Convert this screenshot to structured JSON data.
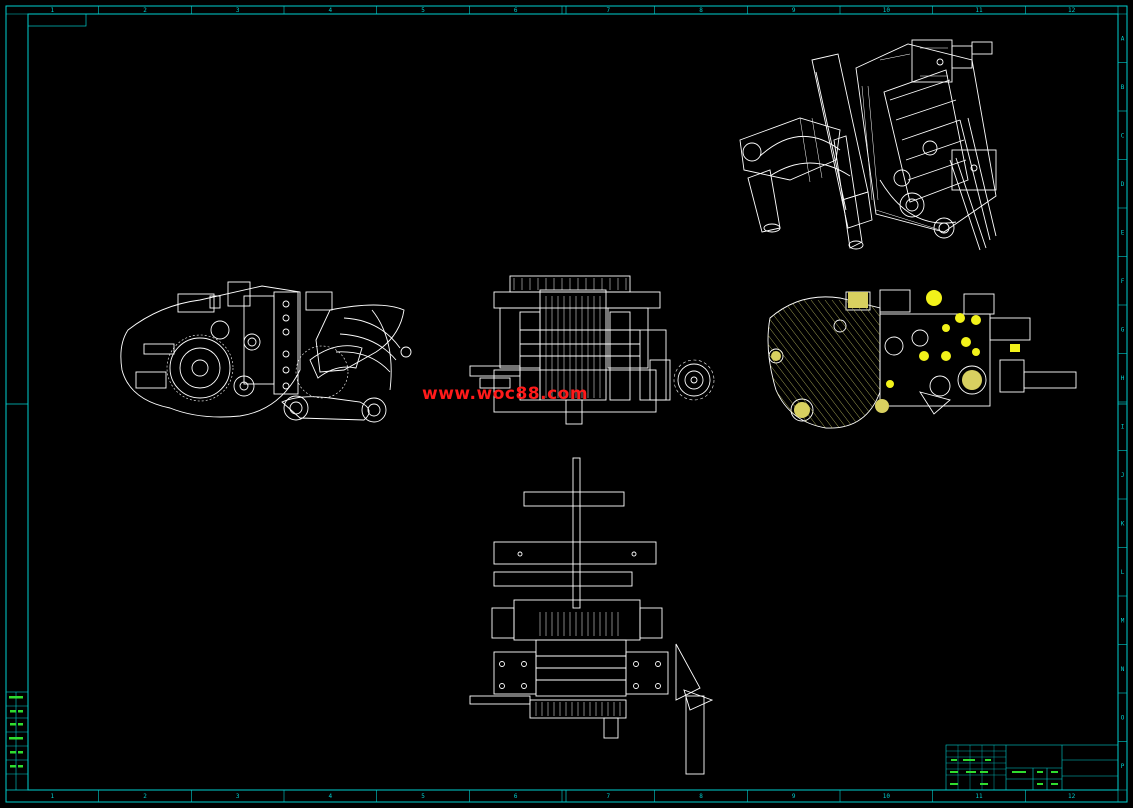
{
  "colors": {
    "background": "#000000",
    "frame": "#00cfcf",
    "lines": "#ffffff",
    "hatch": "#d8d060",
    "accent_yellow": "#f2f21a",
    "watermark": "#ff1a1a"
  },
  "watermark": "www.woc88.com",
  "border": {
    "columns": [
      "1",
      "2",
      "3",
      "4",
      "5",
      "6",
      "7",
      "8",
      "9",
      "10",
      "11",
      "12"
    ],
    "rows": [
      "A",
      "B",
      "C",
      "D",
      "E",
      "F",
      "G",
      "H",
      "I",
      "J",
      "K",
      "L",
      "M",
      "N",
      "O",
      "P"
    ]
  },
  "views": [
    {
      "name": "isometric-view",
      "icon": "isometric-assembly"
    },
    {
      "name": "left-side-view",
      "icon": "mechanism-side"
    },
    {
      "name": "front-view",
      "icon": "mechanism-front"
    },
    {
      "name": "section-view",
      "icon": "mechanism-section"
    },
    {
      "name": "top-view",
      "icon": "mechanism-top"
    }
  ]
}
